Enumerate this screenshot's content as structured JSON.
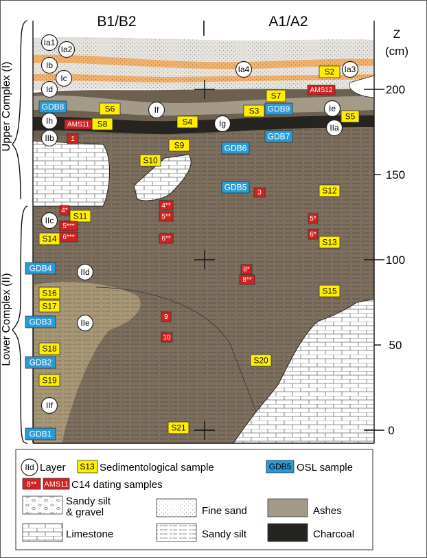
{
  "columns": {
    "left": "B1/B2",
    "right": "A1/A2"
  },
  "axis": {
    "title": "Z",
    "unit": "(cm)",
    "ticks": [
      "200",
      "150",
      "100",
      "50",
      "0"
    ]
  },
  "complexes": {
    "upper": "Upper Complex (I)",
    "lower": "Lower Complex (II)"
  },
  "layers": [
    "Ia1",
    "Ia2",
    "Ib",
    "Ic",
    "Id",
    "Ia4",
    "Ia3",
    "If",
    "Ie",
    "Ih",
    "Ig",
    "IIa",
    "IIb",
    "IIc",
    "IId",
    "IIe",
    "IIf"
  ],
  "sed_samples": [
    "S2",
    "S7",
    "S6",
    "S3",
    "S5",
    "S8",
    "S4",
    "S9",
    "S10",
    "S12",
    "S11",
    "S14",
    "S13",
    "S15",
    "S16",
    "S17",
    "S18",
    "S20",
    "S19",
    "S21"
  ],
  "osl_samples": [
    "GDB8",
    "GDB9",
    "GDB7",
    "GDB6",
    "GDB5",
    "GDB4",
    "GDB3",
    "GDB2",
    "GDB1"
  ],
  "c14_samples": [
    "AMS12",
    "AMS11",
    "1",
    "3",
    "4*",
    "4**",
    "5**",
    "5***",
    "5*",
    "6***",
    "6**",
    "6*",
    "8*",
    "8**",
    "9",
    "10"
  ],
  "legend": {
    "layer_symbol": "IId",
    "layer_label": "Layer",
    "sed_symbol": "S13",
    "sed_label": "Sedimentological sample",
    "osl_symbol": "GDB5",
    "osl_label": "OSL sample",
    "c14_symbol1": "8**",
    "c14_symbol2": "AMS11",
    "c14_label": "C14 dating samples",
    "sandy_silt_gravel_1": "Sandy silt",
    "sandy_silt_gravel_2": "& gravel",
    "fine_sand": "Fine sand",
    "ashes": "Ashes",
    "limestone": "Limestone",
    "sandy_silt": "Sandy silt",
    "charcoal": "Charcoal"
  },
  "colors": {
    "silt": "#7d6f5e",
    "charcoal": "#262421",
    "ashes": "#a39a88",
    "fine_sand": "#e0ddd8",
    "orange_sand": "#f0b06a",
    "sediment_sample": "#ffee00",
    "osl": "#2a9bd4",
    "c14": "#d42121"
  }
}
